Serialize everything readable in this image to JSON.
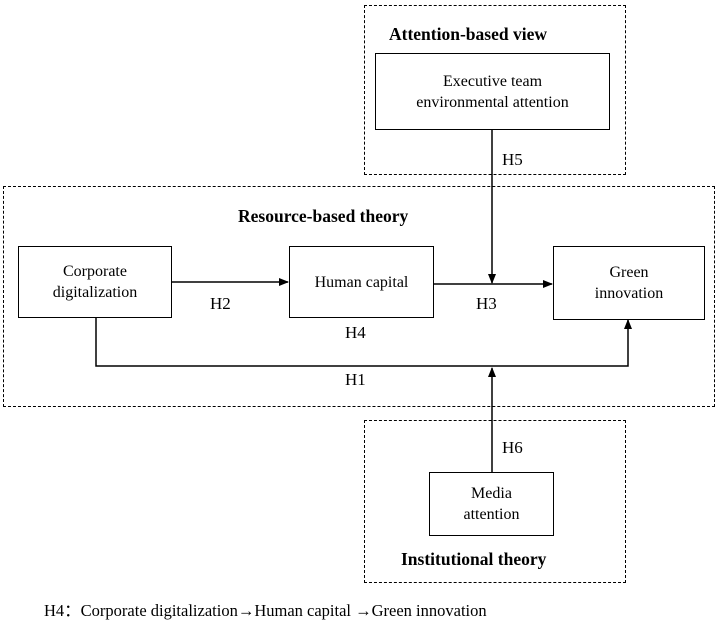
{
  "regions": {
    "attention_view": {
      "title": "Attention-based view"
    },
    "resource_theory": {
      "title": "Resource-based theory"
    },
    "institutional_theory": {
      "title": "Institutional theory"
    }
  },
  "boxes": {
    "executive_attention": {
      "line1": "Executive team",
      "line2": "environmental attention"
    },
    "corporate_digitalization": {
      "line1": "Corporate",
      "line2": "digitalization"
    },
    "human_capital": {
      "line1": "Human capital"
    },
    "green_innovation": {
      "line1": "Green",
      "line2": "innovation"
    },
    "media_attention": {
      "line1": "Media",
      "line2": "attention"
    }
  },
  "hypotheses": {
    "h1": "H1",
    "h2": "H2",
    "h3": "H3",
    "h4": "H4",
    "h5": "H5",
    "h6": "H6"
  },
  "footnote": "H4：Corporate digitalization→Human capital →Green innovation"
}
